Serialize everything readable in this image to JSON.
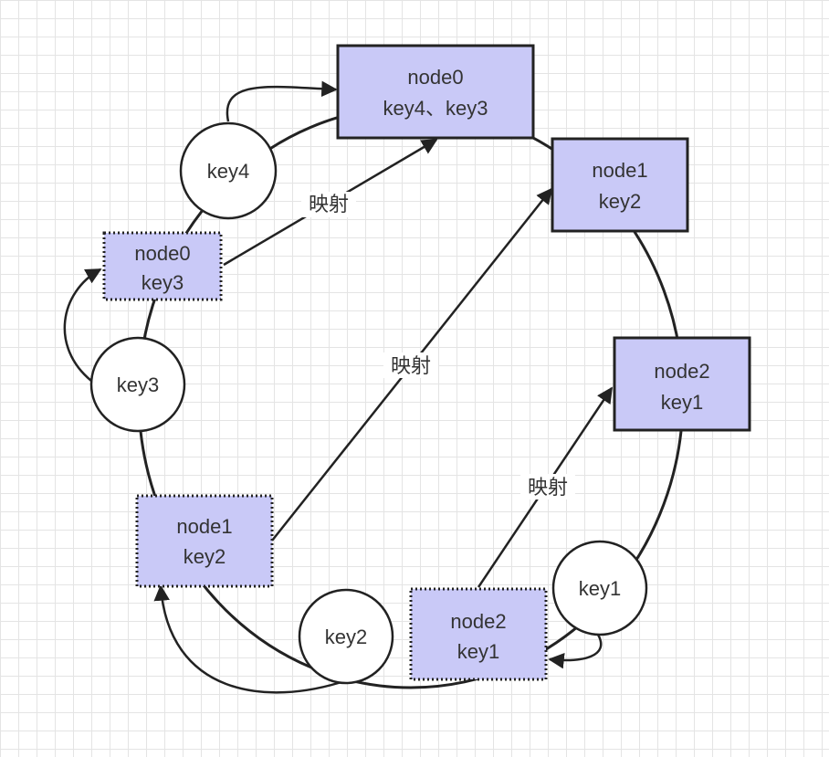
{
  "physical_nodes": [
    {
      "id": "n0",
      "line1": "node0",
      "line2": "key4、key3"
    },
    {
      "id": "n1",
      "line1": "node1",
      "line2": "key2"
    },
    {
      "id": "n2",
      "line1": "node2",
      "line2": "key1"
    }
  ],
  "virtual_nodes": [
    {
      "id": "v0",
      "line1": "node0",
      "line2": "key3"
    },
    {
      "id": "v1",
      "line1": "node1",
      "line2": "key2"
    },
    {
      "id": "v2",
      "line1": "node2",
      "line2": "key1"
    }
  ],
  "keys": [
    {
      "id": "k4",
      "label": "key4"
    },
    {
      "id": "k3",
      "label": "key3"
    },
    {
      "id": "k2",
      "label": "key2"
    },
    {
      "id": "k1",
      "label": "key1"
    }
  ],
  "mapping_label": "映射",
  "colors": {
    "node_fill": "#c9c9f7",
    "stroke": "#222222",
    "grid": "#e4e4e4"
  }
}
